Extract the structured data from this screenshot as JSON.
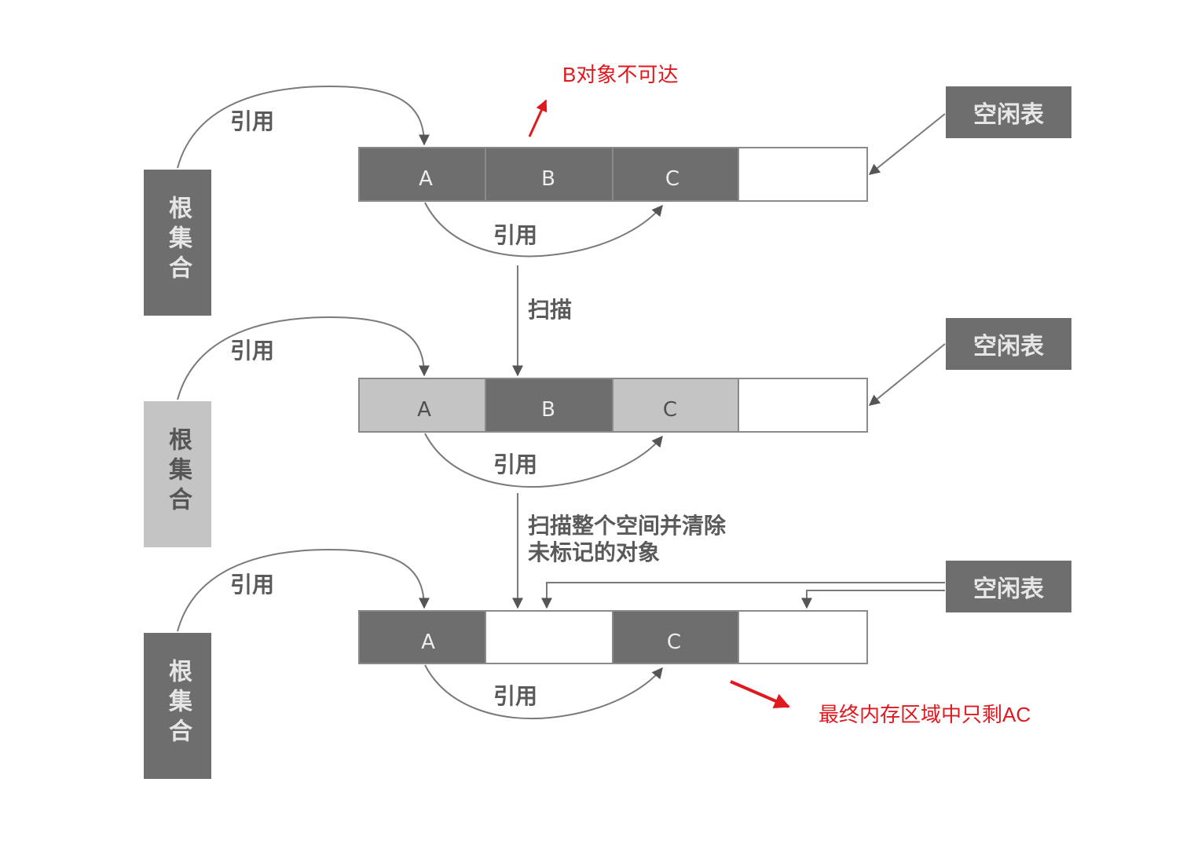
{
  "colors": {
    "dark_block": "#6e6e6e",
    "light_block": "#c4c4c4",
    "free_block": "#ffffff",
    "outline": "#8a8a8a",
    "line": "#7a7a7a",
    "label_dark": "#5a5a5a",
    "label_on_block": "#ededed",
    "annotation": "#e0191f"
  },
  "labels": {
    "reference": "引用",
    "scan": "扫描",
    "scan_clear_line1": "扫描整个空间并清除",
    "scan_clear_line2": "未标记的对象",
    "root_set": "根集合",
    "free_list": "空闲表"
  },
  "annotations": {
    "b_unreachable": "B对象不可达",
    "final_result": "最终内存区域中只剩AC"
  },
  "stages": [
    {
      "root_state": "dark",
      "blocks": [
        {
          "label": "A",
          "state": "dark"
        },
        {
          "label": "B",
          "state": "dark"
        },
        {
          "label": "C",
          "state": "dark"
        },
        {
          "label": "",
          "state": "free"
        }
      ]
    },
    {
      "root_state": "light",
      "blocks": [
        {
          "label": "A",
          "state": "light"
        },
        {
          "label": "B",
          "state": "dark"
        },
        {
          "label": "C",
          "state": "light"
        },
        {
          "label": "",
          "state": "free"
        }
      ]
    },
    {
      "root_state": "dark",
      "blocks": [
        {
          "label": "A",
          "state": "dark"
        },
        {
          "label": "",
          "state": "free"
        },
        {
          "label": "C",
          "state": "dark"
        },
        {
          "label": "",
          "state": "free"
        }
      ]
    }
  ]
}
